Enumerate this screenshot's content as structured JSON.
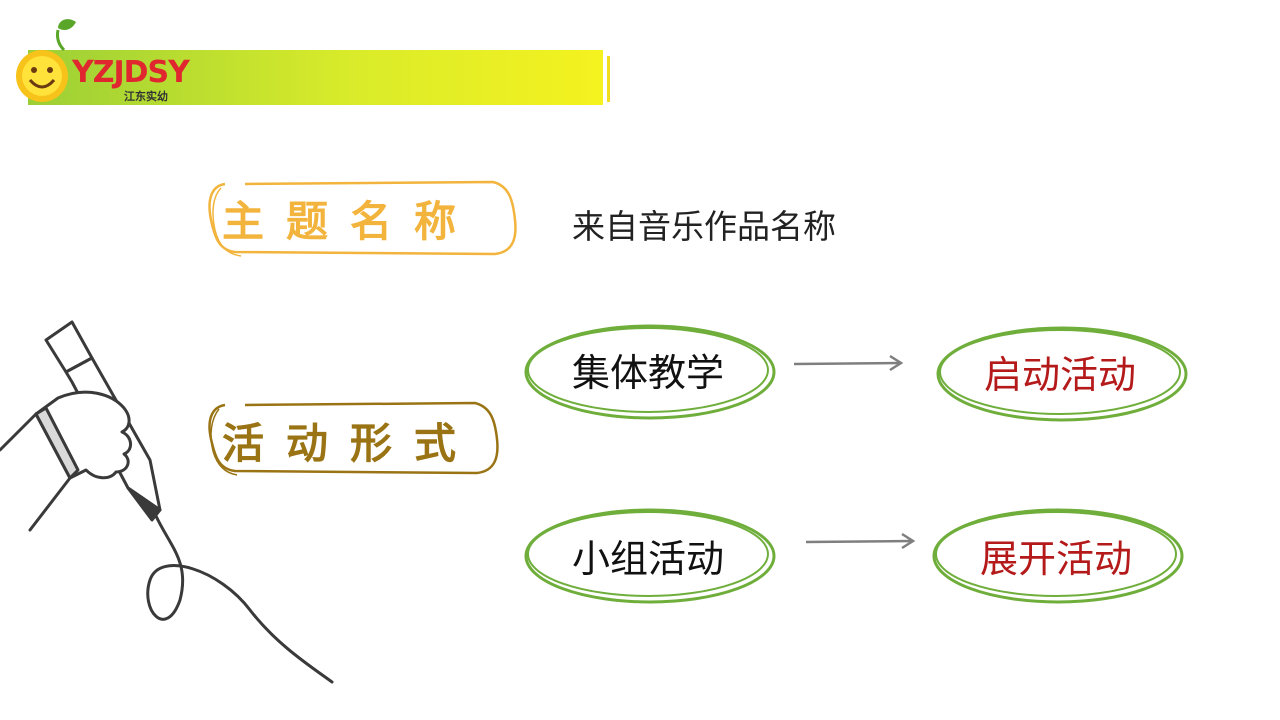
{
  "logo": {
    "brand": "YZJDSY",
    "subtitle": "江东实幼"
  },
  "header": {
    "band_colors": [
      "#9bcf36",
      "#f5f21f"
    ]
  },
  "topic": {
    "label": "主题名称",
    "value": "来自音乐作品名称",
    "label_color": "#f2b43c"
  },
  "activity_form": {
    "label": "活动形式",
    "label_color": "#9a7414",
    "rows": [
      {
        "from": "集体教学",
        "to": "启动活动"
      },
      {
        "from": "小组活动",
        "to": "展开活动"
      }
    ]
  },
  "colors": {
    "ellipse_stroke": "#6fae3b",
    "target_text": "#b51a1a",
    "arrow": "#7f7f7f"
  }
}
